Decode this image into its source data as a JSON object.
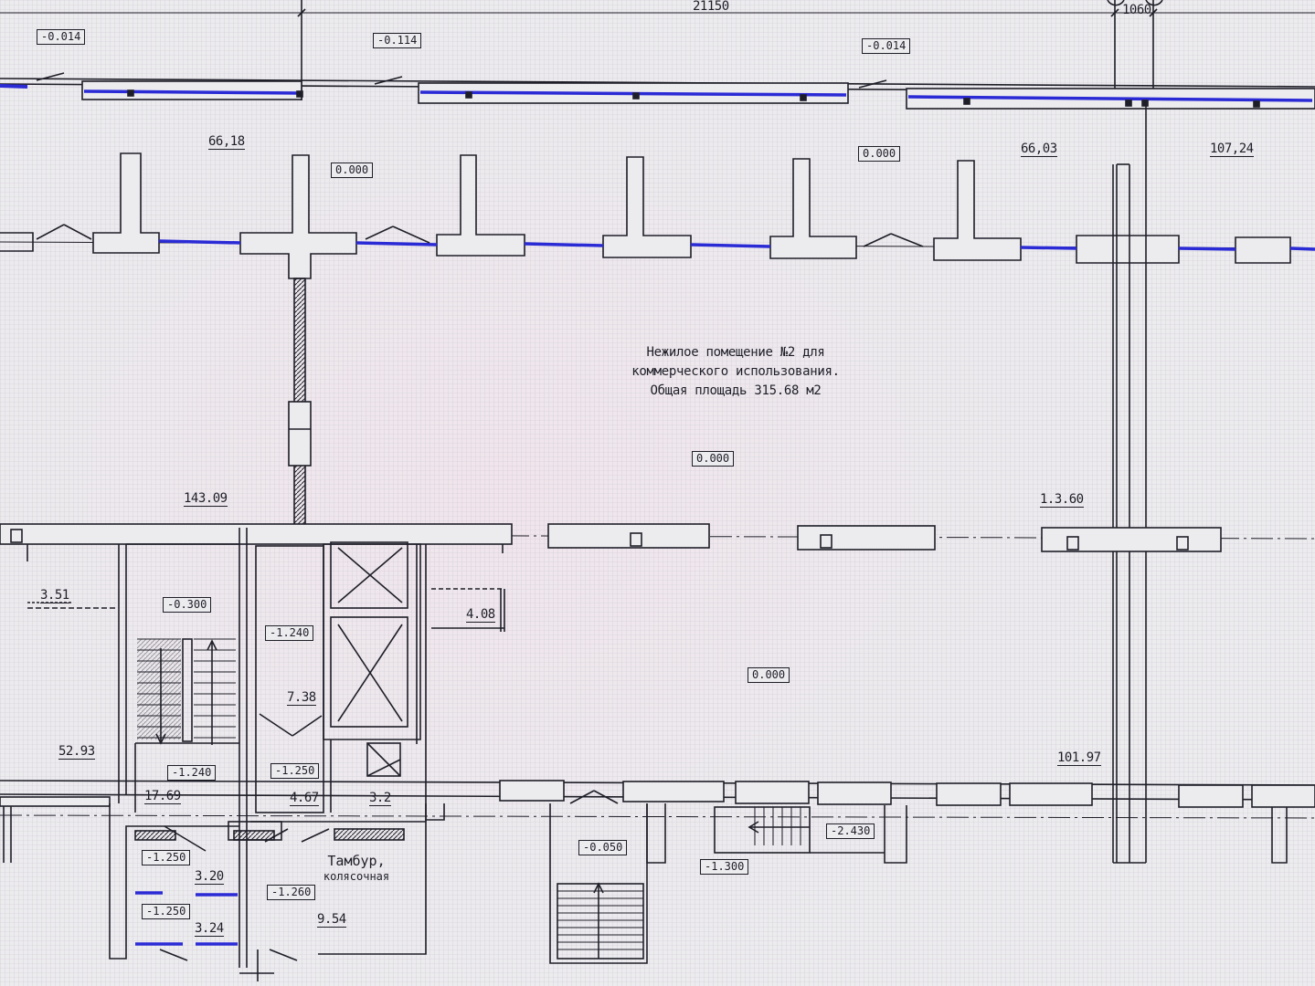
{
  "plan": {
    "dimensions": {
      "overall": "21150",
      "bay": "1060"
    },
    "room_note": {
      "line1": "Нежилое помещение №2 для",
      "line2": "коммерческого использования.",
      "line3": "Общая площадь 315.68 м2"
    },
    "vestibule": {
      "line1": "Тамбур,",
      "line2": "колясочная"
    },
    "areas": {
      "a6618": "66,18",
      "a6603": "66,03",
      "a10724": "107,24",
      "a14309": "143.09",
      "a1360": "1.3.60",
      "a351": "3.51",
      "a408": "4.08",
      "a738": "7.38",
      "a5293": "52.93",
      "a10197": "101.97",
      "a1769": "17.69",
      "a467": "4.67",
      "a32a": "3.2",
      "a320": "3.20",
      "a324": "3.24",
      "a954": "9.54"
    },
    "levels": {
      "t1": "-0.014",
      "t2": "-0.114",
      "t3": "-0.014",
      "c1": "0.000",
      "c2": "0.000",
      "c3": "0.000",
      "c4": "0.000",
      "s300": "-0.300",
      "s1240a": "-1.240",
      "s1240b": "-1.240",
      "s1250a": "-1.250",
      "s1250b": "-1.250",
      "s1250c": "-1.250",
      "s1260": "-1.260",
      "s050": "-0.050",
      "s1300": "-1.300",
      "s2430": "-2.430"
    },
    "colors": {
      "line": "#1e1e28",
      "partition": "#2b2bd6",
      "background": "#ecebee"
    }
  }
}
